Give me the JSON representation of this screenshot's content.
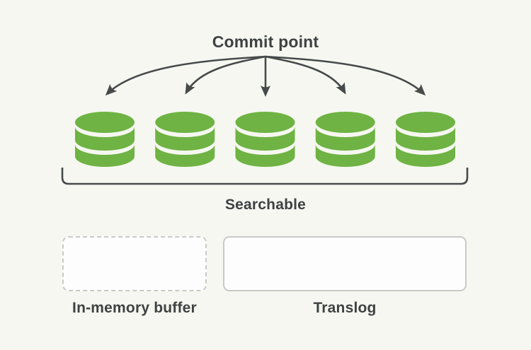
{
  "diagram": {
    "title": "Commit point",
    "group_label": "Searchable",
    "segment_count": 5,
    "segment_icon": "database-cylinder-icon",
    "boxes": {
      "in_memory_buffer": {
        "label": "In-memory buffer",
        "border_style": "dashed"
      },
      "translog": {
        "label": "Translog",
        "border_style": "solid"
      }
    }
  },
  "colors": {
    "bg": "#f6f7f0",
    "ink": "#3f4243",
    "line": "#474a4b",
    "green": "#6eb343",
    "box_border": "#c9c9c6",
    "box_fill": "#fdfdfe"
  }
}
